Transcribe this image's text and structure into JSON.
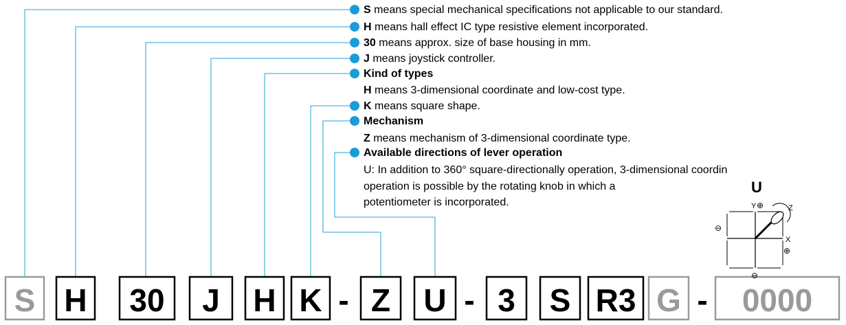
{
  "colors": {
    "leader_line": "#23a0d6",
    "bullet": "#1a9cd8",
    "box_border": "#000000",
    "grey_code": "#9a9a9a"
  },
  "descriptions": [
    {
      "bold": "S",
      "text": " means special mechanical specifications not applicable to our standard."
    },
    {
      "bold": "H",
      "text": " means hall effect IC type resistive element incorporated."
    },
    {
      "bold": "30",
      "text": " means approx. size of base housing in mm."
    },
    {
      "bold": "J",
      "text": " means joystick controller."
    },
    {
      "bold": "Kind of types",
      "text": ""
    },
    {
      "bold": "H",
      "text": " means 3-dimensional coordinate and low-cost type."
    },
    {
      "bold": "K",
      "text": " means square shape."
    },
    {
      "bold": "Mechanism",
      "text": ""
    },
    {
      "bold": "Z",
      "text": " means mechanism of 3-dimensional coordinate type."
    },
    {
      "bold": "Available directions of lever operation",
      "text": ""
    },
    {
      "bold": "",
      "text": "U: In addition to 360° square-directionally operation, 3-dimensional coordin"
    },
    {
      "bold": "",
      "text": "operation is possible by the rotating knob in which a"
    },
    {
      "bold": "",
      "text": "potentiometer is incorporated."
    }
  ],
  "part_codes": [
    {
      "text": "S",
      "grey": true,
      "boxed": true
    },
    {
      "text": "H",
      "grey": false,
      "boxed": true
    },
    {
      "text": "30",
      "grey": false,
      "boxed": true
    },
    {
      "text": "J",
      "grey": false,
      "boxed": true
    },
    {
      "text": "H",
      "grey": false,
      "boxed": true
    },
    {
      "text": "K",
      "grey": false,
      "boxed": true
    },
    {
      "text": "-",
      "grey": false,
      "boxed": false
    },
    {
      "text": "Z",
      "grey": false,
      "boxed": true
    },
    {
      "text": "U",
      "grey": false,
      "boxed": true
    },
    {
      "text": "-",
      "grey": false,
      "boxed": false
    },
    {
      "text": "3",
      "grey": false,
      "boxed": true
    },
    {
      "text": "S",
      "grey": false,
      "boxed": true
    },
    {
      "text": "R3",
      "grey": false,
      "boxed": true
    },
    {
      "text": "G",
      "grey": true,
      "boxed": true
    },
    {
      "text": "-",
      "grey": false,
      "boxed": false
    },
    {
      "text": "0000",
      "grey": true,
      "boxed": true
    }
  ],
  "inset": {
    "title": "U",
    "labels": {
      "y": "Y",
      "z": "Z",
      "x": "X",
      "plus": "⊕",
      "minus": "⊖"
    }
  }
}
